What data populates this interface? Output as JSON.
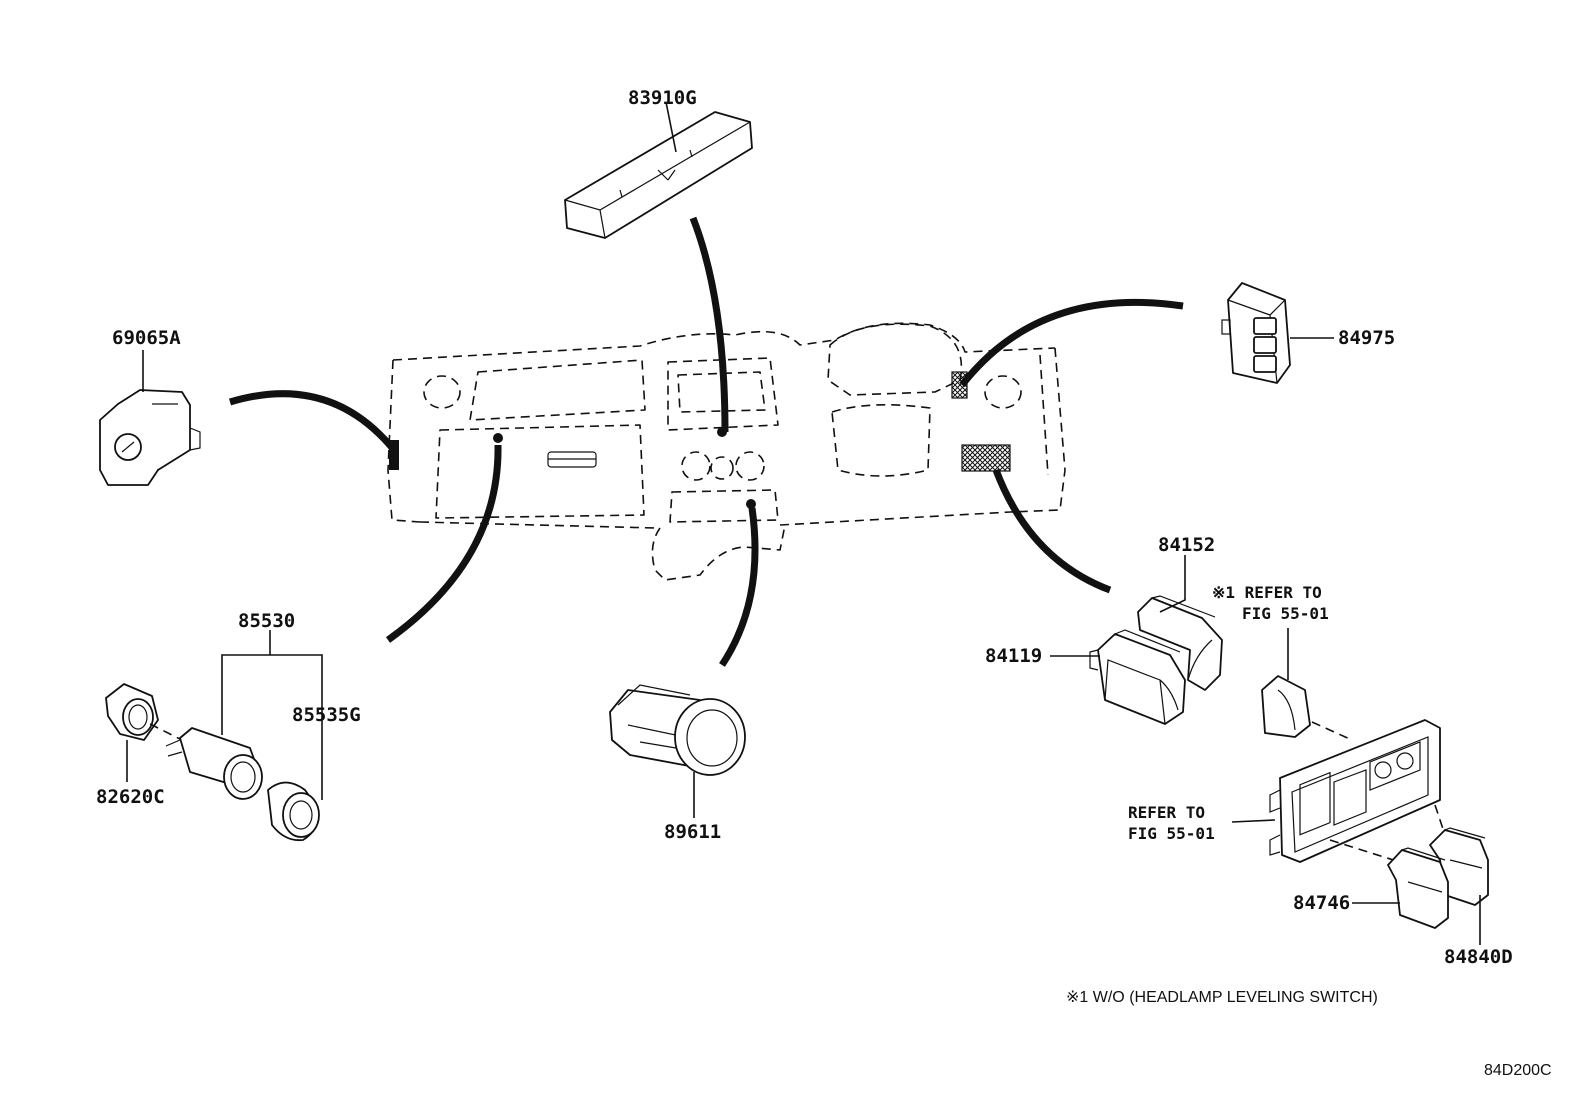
{
  "parts": {
    "p83910G": "83910G",
    "p69065A": "69065A",
    "p84975": "84975",
    "p84152": "84152",
    "p84119": "84119",
    "p85530": "85530",
    "p85535G": "85535G",
    "p82620C": "82620C",
    "p89611": "89611",
    "p84746": "84746",
    "p84840D": "84840D"
  },
  "notes": {
    "refer_marked_line1": "※1 REFER TO",
    "refer_marked_line2": "FIG 55-01",
    "refer_line1": "REFER TO",
    "refer_line2": "FIG 55-01",
    "footnote": "※1  W/O (HEADLAMP LEVELING SWITCH)"
  },
  "figure_id": "84D200C",
  "icons": [
    "dashboard-outline",
    "switch-part",
    "cigarette-lighter",
    "power-outlet",
    "ignition-switch",
    "hatched-location-marker"
  ]
}
